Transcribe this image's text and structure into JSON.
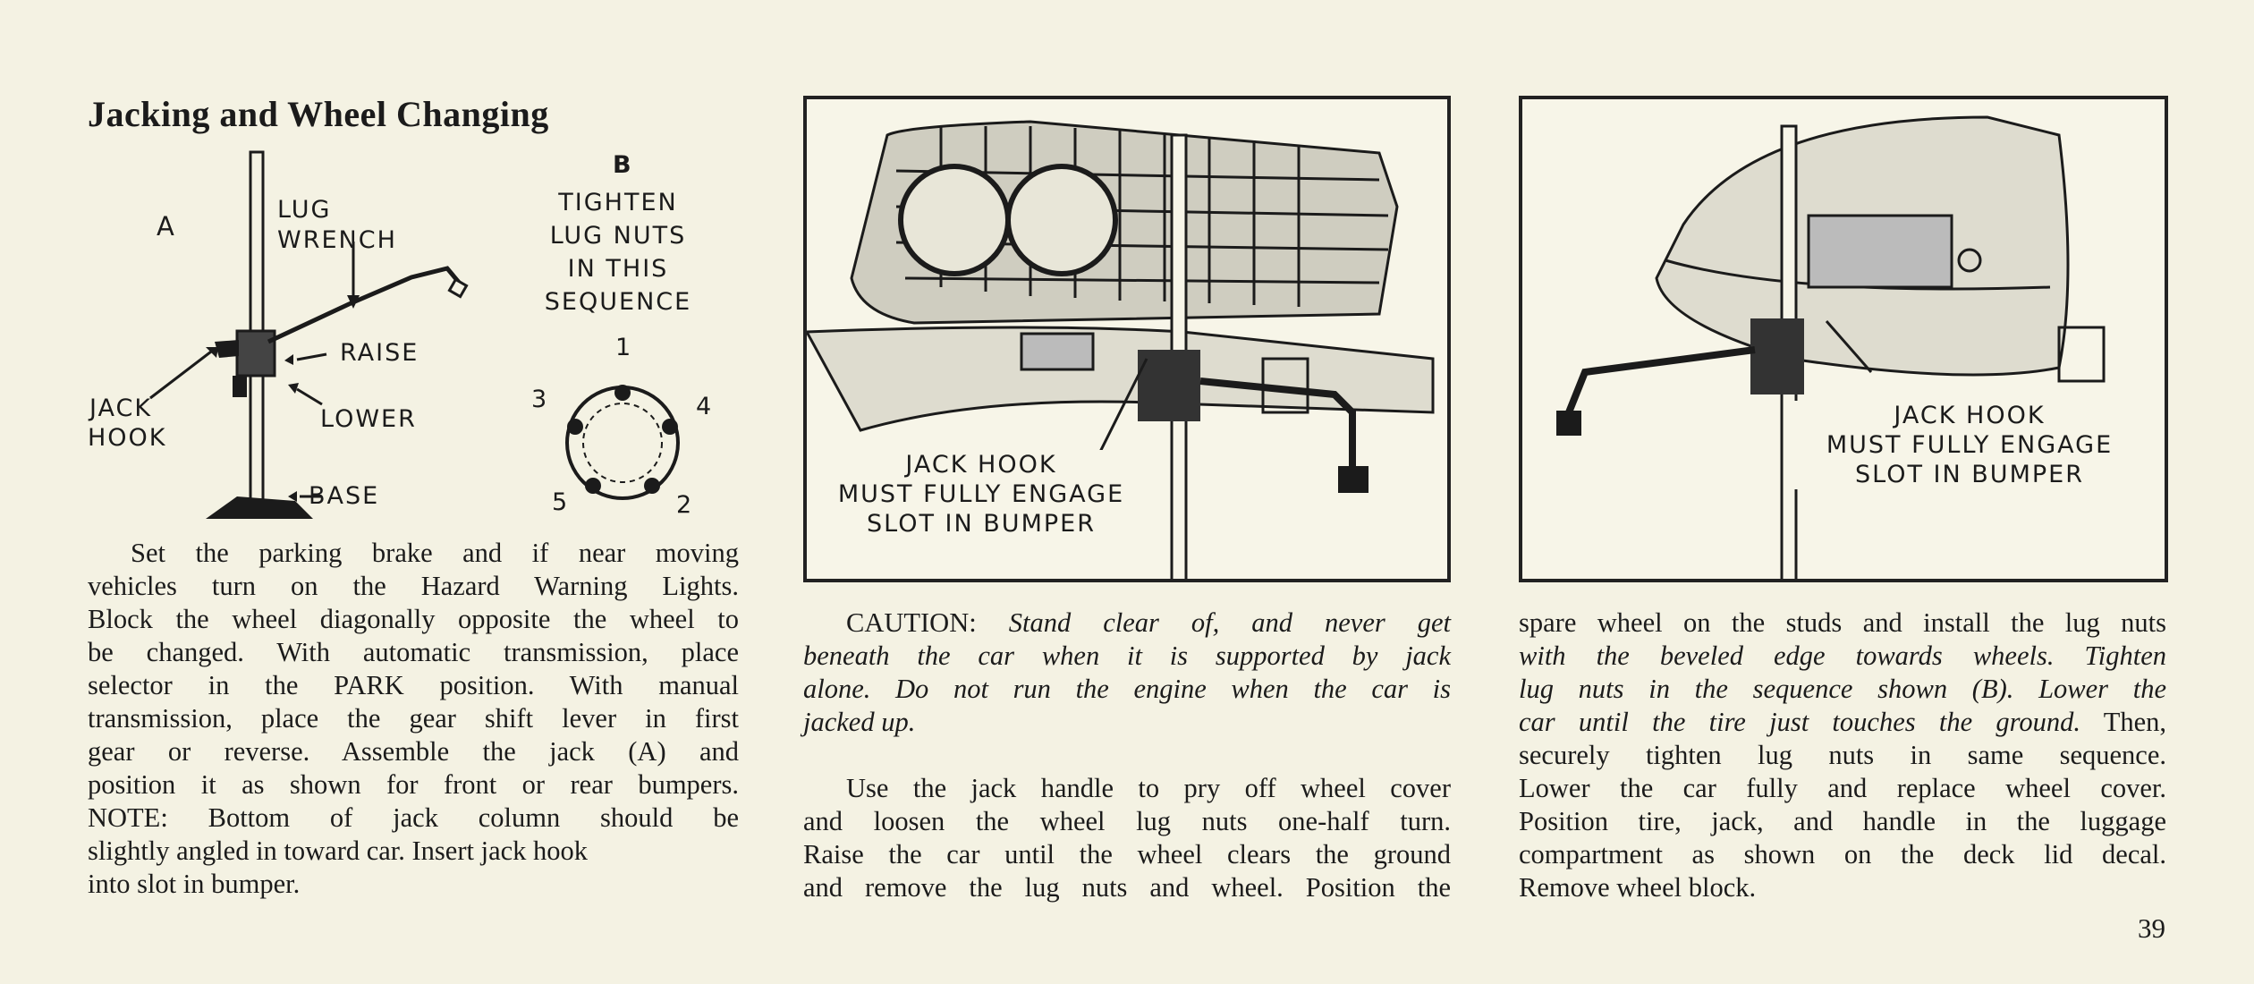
{
  "page": {
    "title": "Jacking and Wheel Changing",
    "page_number": "39"
  },
  "figure_a": {
    "label": "A",
    "lug_wrench": "LUG WRENCH",
    "raise": "RAISE",
    "lower": "LOWER",
    "jack_hook": [
      "JACK",
      "HOOK"
    ],
    "base": "BASE"
  },
  "figure_b": {
    "label": "B",
    "caption": [
      "TIGHTEN",
      "LUG NUTS",
      "IN THIS",
      "SEQUENCE"
    ],
    "sequence": [
      "1",
      "2",
      "3",
      "4",
      "5"
    ]
  },
  "photo_front": {
    "caption": [
      "JACK HOOK",
      "MUST FULLY ENGAGE",
      "SLOT IN BUMPER"
    ]
  },
  "photo_rear": {
    "caption": [
      "JACK HOOK",
      "MUST FULLY ENGAGE",
      "SLOT IN BUMPER"
    ]
  },
  "column1": {
    "lines": [
      "Set the parking brake and if near moving",
      "vehicles turn on the Hazard Warning Lights.",
      "Block the wheel diagonally opposite the wheel to",
      "be changed. With automatic transmission, place",
      "selector in the PARK position. With manual",
      "transmission, place the gear shift lever in first",
      "gear or reverse. Assemble the jack (A) and",
      "position it as shown for front or rear bumpers.",
      "NOTE: Bottom of jack column should be",
      "slightly angled in toward car. Insert jack hook",
      "into slot in bumper."
    ]
  },
  "column2": {
    "caution_label": "CAUTION:",
    "caution_lines": [
      "Stand clear of, and never get",
      "beneath the car when it is supported by jack",
      "alone. Do not run the engine when the car is",
      "jacked up."
    ],
    "body_lines": [
      "Use the jack handle to pry off wheel cover",
      "and loosen the wheel lug nuts one-half turn.",
      "Raise the car until the wheel clears the ground",
      "and remove the lug nuts and wheel. Position the"
    ]
  },
  "column3": {
    "line1": "spare wheel on the studs and install the lug nuts",
    "line2_italic": "with the beveled edge towards wheels. Tighten",
    "line3_italic": "lug nuts in the sequence shown (B). Lower the",
    "line4_italic": "car until the tire just touches the ground.",
    "line4_rest": "Then,",
    "lines_rest": [
      "securely tighten lug nuts in same sequence.",
      "Lower the car fully and replace wheel cover.",
      "Position tire, jack, and handle in the luggage",
      "compartment as shown on the deck lid decal.",
      "Remove wheel block."
    ]
  }
}
